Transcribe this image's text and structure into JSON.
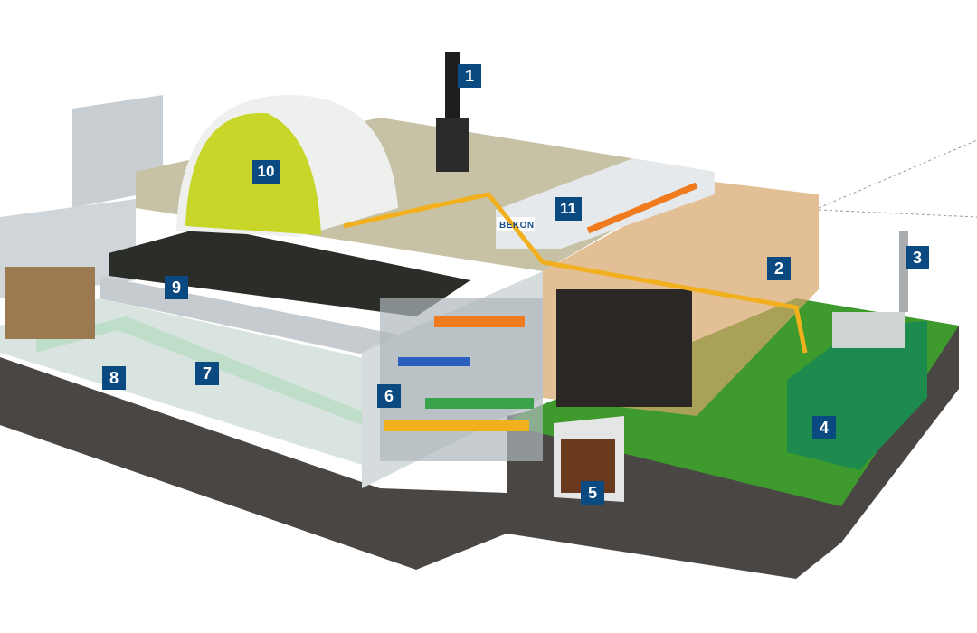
{
  "diagram": {
    "brand_sign": "BEKON",
    "labels": [
      "1",
      "2",
      "3",
      "4",
      "5",
      "6",
      "7",
      "8",
      "9",
      "10",
      "11"
    ],
    "colors": {
      "label_bg": "#0b4a80",
      "grass": "#3f9a2e",
      "soil": "#4a4644",
      "pipe": "#f2b01e",
      "dome_inner": "#c8d62a",
      "chp": "#1d8a4e"
    }
  }
}
